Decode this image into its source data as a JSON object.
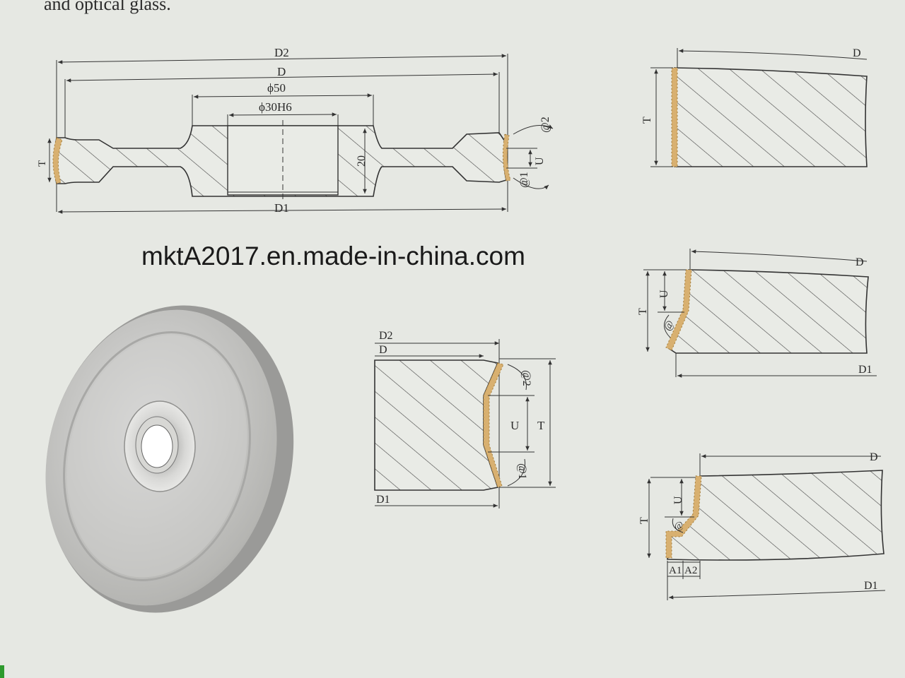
{
  "header_text": "and optical glass.",
  "watermark": "mktA2017.en.made-in-china.com",
  "main_drawing": {
    "dims": {
      "d2": "D2",
      "d": "D",
      "bore_outer": "ϕ50",
      "bore_inner": "ϕ30H6",
      "t": "T",
      "h20": "20",
      "d1": "D1",
      "u": "U",
      "a1": "@1",
      "a2": "@2"
    }
  },
  "profile_v": {
    "dims": {
      "d2": "D2",
      "d": "D",
      "d1": "D1",
      "t": "T",
      "u": "U",
      "a1": "@1",
      "a2": "@2"
    }
  },
  "profile_flat": {
    "dims": {
      "d": "D",
      "t": "T"
    }
  },
  "profile_bevel": {
    "dims": {
      "d": "D",
      "d1": "D1",
      "t": "T",
      "u": "U",
      "a": "@"
    }
  },
  "profile_step": {
    "dims": {
      "d": "D",
      "d1": "D1",
      "t": "T",
      "u": "U",
      "a": "@",
      "a1": "A1",
      "a2": "A2"
    }
  },
  "colors": {
    "paper": "#e6e8e3",
    "ink": "#333333",
    "abrasive": "#c89a50",
    "disc": "#c9c9c7",
    "accent_green": "#2e9a2e"
  }
}
